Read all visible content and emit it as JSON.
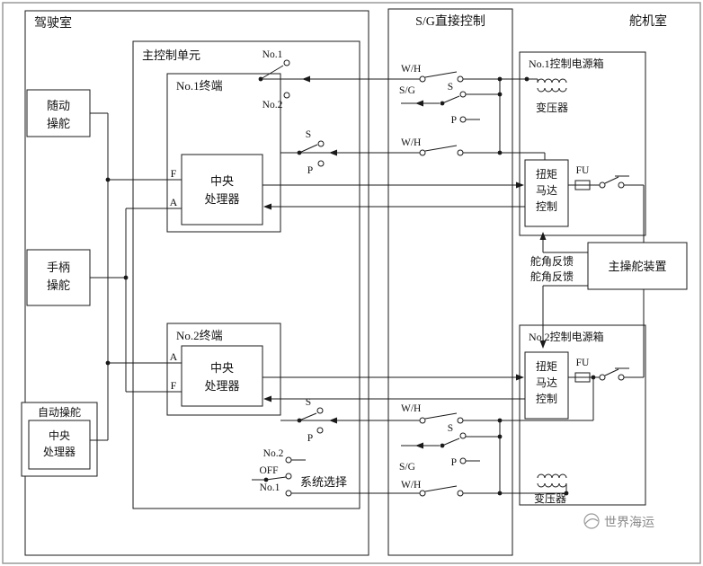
{
  "regions": {
    "bridge_title": "驾驶室",
    "sg_title": "S/G直接控制",
    "room_title": "舵机室"
  },
  "bridge": {
    "main_control_unit": "主控制单元",
    "terminal1": "No.1终端",
    "terminal2": "No.2终端",
    "cpu_line1": "中央",
    "cpu_line2": "处理器",
    "port_f": "F",
    "port_a": "A",
    "follow_line1": "随动",
    "follow_line2": "操舵",
    "lever_line1": "手柄",
    "lever_line2": "操舵",
    "auto_title": "自动操舵",
    "sw_no1": "No.1",
    "sw_no2": "No.2",
    "sw_s": "S",
    "sw_p": "P",
    "sys_no2": "No.2",
    "sys_off": "OFF",
    "sys_no1": "No.1",
    "sys_select": "系统选择"
  },
  "sg": {
    "wh": "W/H",
    "sg": "S/G",
    "s": "S",
    "p": "P"
  },
  "room": {
    "power1_title": "No.1控制电源箱",
    "power2_title": "No.2控制电源箱",
    "transformer": "变压器",
    "torque_line1": "扭矩",
    "torque_line2": "马达",
    "torque_line3": "控制",
    "fu": "FU",
    "main_steering": "主操舵装置",
    "feedback": "舵角反馈"
  },
  "watermark": {
    "text": "世界海运"
  },
  "colors": {
    "line": "#1a1a1a",
    "watermark": "#8a8a8a"
  }
}
